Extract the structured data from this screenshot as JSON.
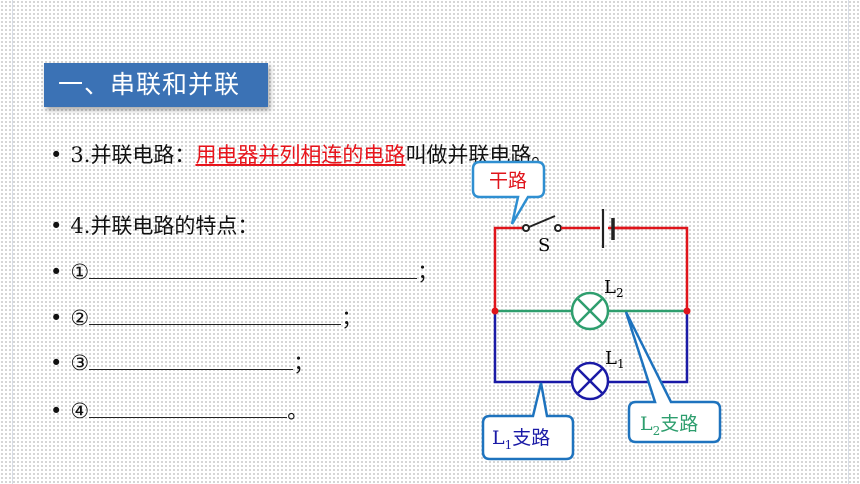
{
  "title": "一、串联和并联",
  "item3": {
    "bullet": "•",
    "num": "3.",
    "prefix": "并联电路：",
    "highlight": "用电器并列相连的电路",
    "suffix": "叫做并联电路。"
  },
  "item4": {
    "bullet": "•",
    "num": "4.",
    "text": "并联电路的特点："
  },
  "blanks": [
    {
      "bullet": "•",
      "marker": "①",
      "end": "；"
    },
    {
      "bullet": "•",
      "marker": "②",
      "end": "；"
    },
    {
      "bullet": "•",
      "marker": "③",
      "end": "；"
    },
    {
      "bullet": "•",
      "marker": "④",
      "end": "。"
    }
  ],
  "circuit": {
    "trunk_label": "干路",
    "switch_label": "S",
    "lamp2_label": "L",
    "lamp2_sub": "2",
    "lamp1_label": "L",
    "lamp1_sub": "1",
    "branch1_letter": "L",
    "branch1_sub": "1",
    "branch1_text": "支路",
    "branch2_letter": "L",
    "branch2_sub": "2",
    "branch2_text": "支路",
    "colors": {
      "trunk": "#e0141b",
      "branch_l2": "#2e9e6e",
      "branch_l1": "#1a1aa6",
      "callout_trunk": "#2f8fd1",
      "callout_branch": "#1e73be"
    }
  }
}
